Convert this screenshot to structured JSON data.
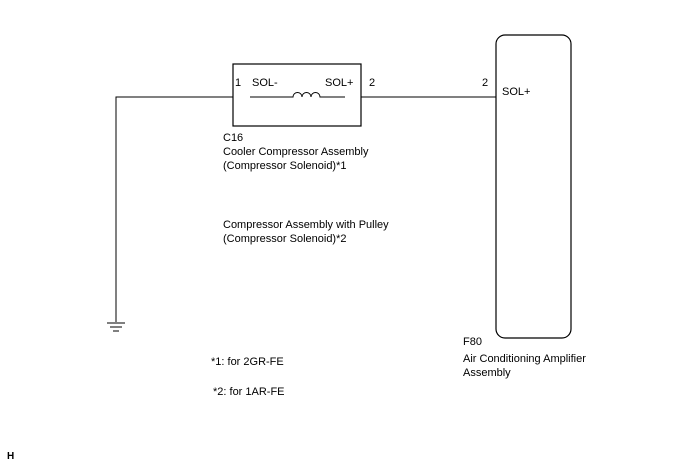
{
  "solenoid": {
    "pin_left": "1",
    "pin_right": "2",
    "label_left": "SOL-",
    "label_right": "SOL+",
    "connector": "C16",
    "name_line1": "Cooler Compressor Assembly",
    "name_line2": "(Compressor Solenoid)*1",
    "alt_line1": "Compressor Assembly with Pulley",
    "alt_line2": "(Compressor Solenoid)*2"
  },
  "amplifier": {
    "pin": "2",
    "label": "SOL+",
    "connector": "F80",
    "name_line1": "Air Conditioning Amplifier",
    "name_line2": "Assembly"
  },
  "notes": {
    "note1": "*1: for 2GR-FE",
    "note2": "*2: for 1AR-FE"
  },
  "corner_mark": "H",
  "colors": {
    "line": "#000000",
    "background": "#ffffff"
  }
}
